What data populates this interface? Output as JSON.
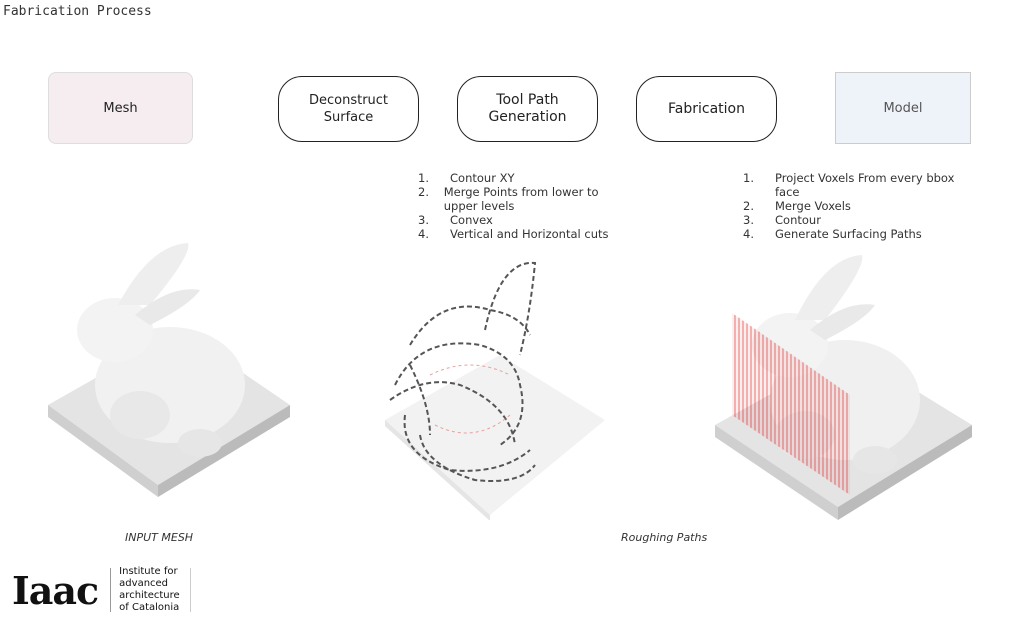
{
  "title": "Fabrication Process",
  "nodes": {
    "mesh": "Mesh",
    "deconstruct": "Deconstruct\nSurface",
    "toolpath": "Tool Path\nGeneration",
    "fabrication": "Fabrication",
    "model": "Model"
  },
  "toolpath_steps": [
    {
      "n": "1.",
      "t": "Contour XY"
    },
    {
      "n": "2.",
      "t": "Merge Points from lower to upper levels"
    },
    {
      "n": "3.",
      "t": "Convex"
    },
    {
      "n": "4.",
      "t": "Vertical and Horizontal cuts"
    }
  ],
  "model_steps": [
    {
      "n": "1.",
      "t": "Project Voxels From every bbox face"
    },
    {
      "n": "2.",
      "t": "Merge Voxels"
    },
    {
      "n": "3.",
      "t": "Contour"
    },
    {
      "n": "4.",
      "t": "Generate Surfacing Paths"
    }
  ],
  "captions": {
    "input": "INPUT MESH",
    "roughing": "Roughing Paths"
  },
  "logo": {
    "mark": "Iaac",
    "text": "Institute for\nadvanced\narchitecture\nof Catalonia"
  },
  "colors": {
    "mesh_fill": "#f6edf1",
    "model_fill": "#eef2f9",
    "path_red": "#e03030"
  }
}
